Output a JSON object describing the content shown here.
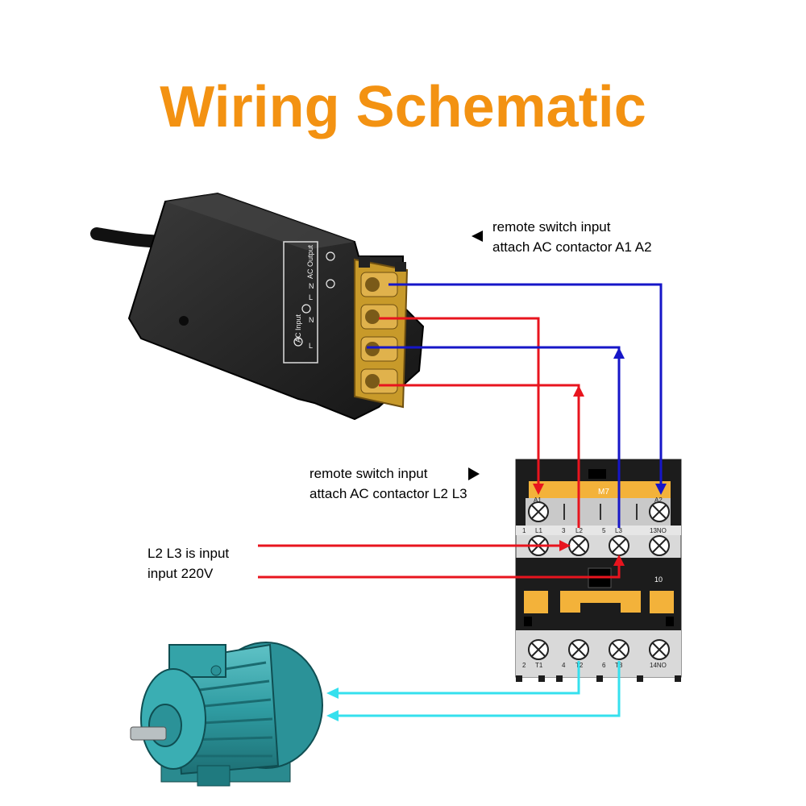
{
  "title": "Wiring Schematic",
  "labels": {
    "top_line1": "remote switch input",
    "top_line2": "attach AC contactor A1 A2",
    "mid_line1": "remote switch input",
    "mid_line2": "attach AC contactor L2 L3",
    "left_line1": "L2 L3 is input",
    "left_line2": "input 220V"
  },
  "receiver": {
    "output_label": "AC Output",
    "input_label": "AC Input",
    "terminal_L": "L",
    "terminal_N": "N"
  },
  "contactor": {
    "model": "M7",
    "top_labels": [
      "A1",
      "A2"
    ],
    "row1_labels": [
      "1",
      "L1",
      "3",
      "L2",
      "5",
      "L3",
      "13NO"
    ],
    "side_number": "10",
    "bottom_labels": [
      "2",
      "T1",
      "4",
      "T2",
      "6",
      "T3",
      "14NO"
    ]
  },
  "colors": {
    "title": "#f39212",
    "red_wire": "#e8141e",
    "blue_wire": "#1616c8",
    "cyan_wire": "#35e0ee",
    "contactor_yellow": "#f3b23a",
    "motor": "#2e9aa0"
  }
}
